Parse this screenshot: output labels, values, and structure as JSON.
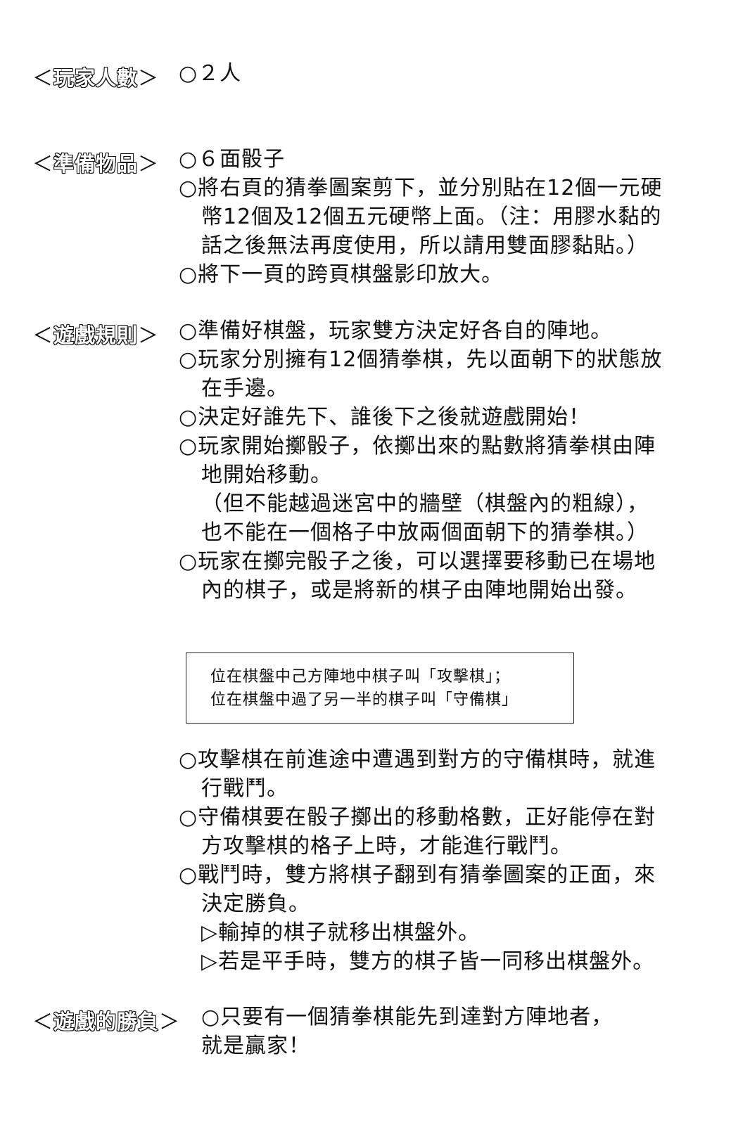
{
  "sections": {
    "players": {
      "heading": "玩家人數",
      "lines": [
        "○２人"
      ]
    },
    "materials": {
      "heading": "準備物品",
      "lines": [
        "○６面骰子",
        "○將右頁的猜拳圖案剪下，並分別貼在12個一元硬",
        "幣12個及12個五元硬幣上面。（注：用膠水黏的",
        "話之後無法再度使用，所以請用雙面膠黏貼。）",
        "○將下一頁的跨頁棋盤影印放大。"
      ]
    },
    "rules": {
      "heading": "遊戲規則",
      "lines": [
        "○準備好棋盤，玩家雙方決定好各自的陣地。",
        "○玩家分別擁有12個猜拳棋，先以面朝下的狀態放",
        "在手邊。",
        "○決定好誰先下、誰後下之後就遊戲開始！",
        "○玩家開始擲骰子，依擲出來的點數將猜拳棋由陣",
        "地開始移動。",
        "（但不能越過迷宮中的牆壁（棋盤內的粗線），",
        "也不能在一個格子中放兩個面朝下的猜拳棋。）",
        "○玩家在擲完骰子之後，可以選擇要移動已在場地",
        "內的棋子，或是將新的棋子由陣地開始出發。"
      ]
    },
    "note_box": {
      "lines": [
        "位在棋盤中己方陣地中棋子叫「攻擊棋」；",
        "位在棋盤中過了另一半的棋子叫「守備棋」"
      ]
    },
    "battle": {
      "lines": [
        "○攻擊棋在前進途中遭遇到對方的守備棋時，就進",
        "行戰鬥。",
        "○守備棋要在骰子擲出的移動格數，正好能停在對",
        "方攻擊棋的格子上時，才能進行戰鬥。",
        "○戰鬥時，雙方將棋子翻到有猜拳圖案的正面，來",
        "決定勝負。",
        "▷輸掉的棋子就移出棋盤外。",
        "▷若是平手時，雙方的棋子皆一同移出棋盤外。"
      ]
    },
    "victory": {
      "heading": "遊戲的勝負",
      "lines": [
        "○只要有一個猜拳棋能先到達對方陣地者，",
        "就是贏家！"
      ]
    }
  },
  "brackets": {
    "open": "＜",
    "close": "＞"
  }
}
